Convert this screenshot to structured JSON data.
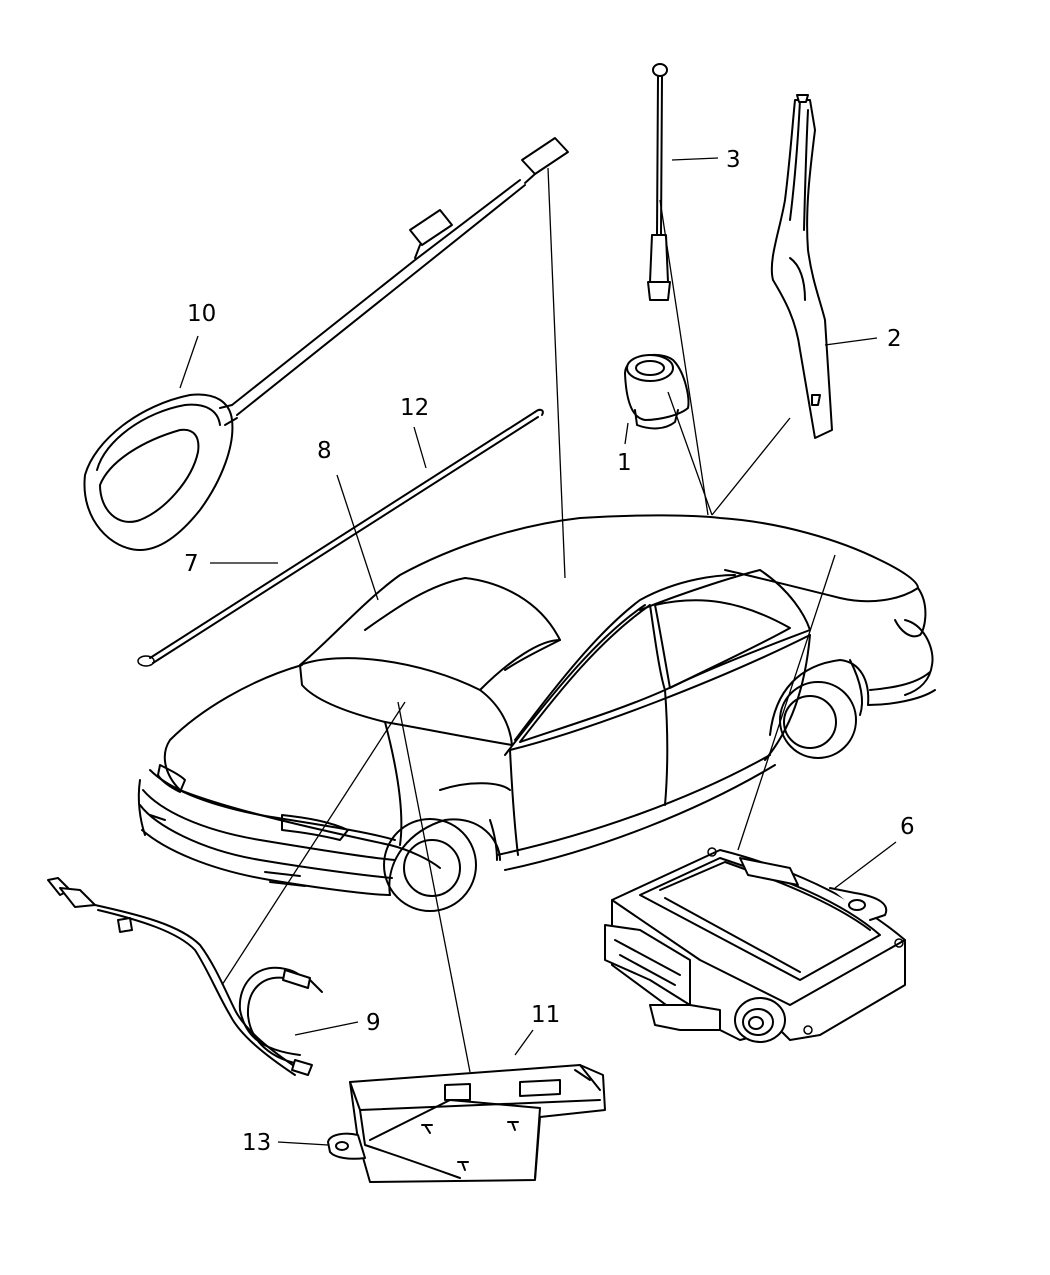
{
  "diagram": {
    "type": "parts-exploded-view",
    "callouts": [
      {
        "id": "1",
        "label": "1"
      },
      {
        "id": "2",
        "label": "2"
      },
      {
        "id": "3",
        "label": "3"
      },
      {
        "id": "6",
        "label": "6"
      },
      {
        "id": "7",
        "label": "7"
      },
      {
        "id": "8",
        "label": "8"
      },
      {
        "id": "9",
        "label": "9"
      },
      {
        "id": "10",
        "label": "10"
      },
      {
        "id": "11",
        "label": "11"
      },
      {
        "id": "12",
        "label": "12"
      },
      {
        "id": "13",
        "label": "13"
      }
    ]
  }
}
